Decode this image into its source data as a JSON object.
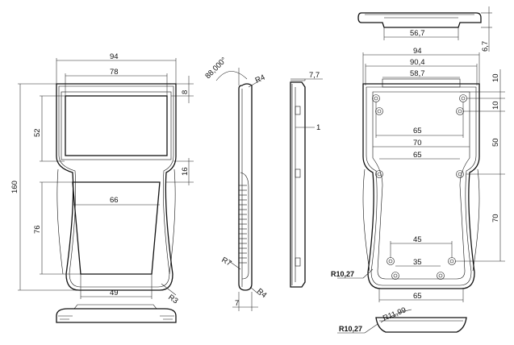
{
  "front_view": {
    "width_total": "94",
    "width_window": "78",
    "height_total": "160",
    "height_window": "52",
    "height_lower": "76",
    "width_lower_top": "66",
    "width_lower_bottom": "49",
    "offset_top": "8",
    "offset_mid": "16",
    "corner_radius": "R3"
  },
  "side_view": {
    "angle": "88,000°",
    "radius_top": "R4",
    "radius_grip": "R7",
    "radius_bottom": "R4",
    "thickness": "7"
  },
  "section_view": {
    "depth": "7,7",
    "wall": "1"
  },
  "top_view": {
    "width_inner": "56,7",
    "height": "6,7"
  },
  "rear_view": {
    "width_total": "94",
    "width_inner": "90,4",
    "width_recess": "58,7",
    "holes_top_spacing": "65",
    "holes_mid_spacing": "70",
    "holes_low_spacing": "65",
    "holes_bottom_45": "45",
    "holes_bottom_35": "35",
    "width_bottom": "65",
    "offset_10a": "10",
    "offset_10b": "10",
    "height_50": "50",
    "height_70": "70",
    "radius_left": "R10,27"
  },
  "bottom_view": {
    "radius_outer": "R10,27",
    "radius_inner": "R11,99"
  }
}
